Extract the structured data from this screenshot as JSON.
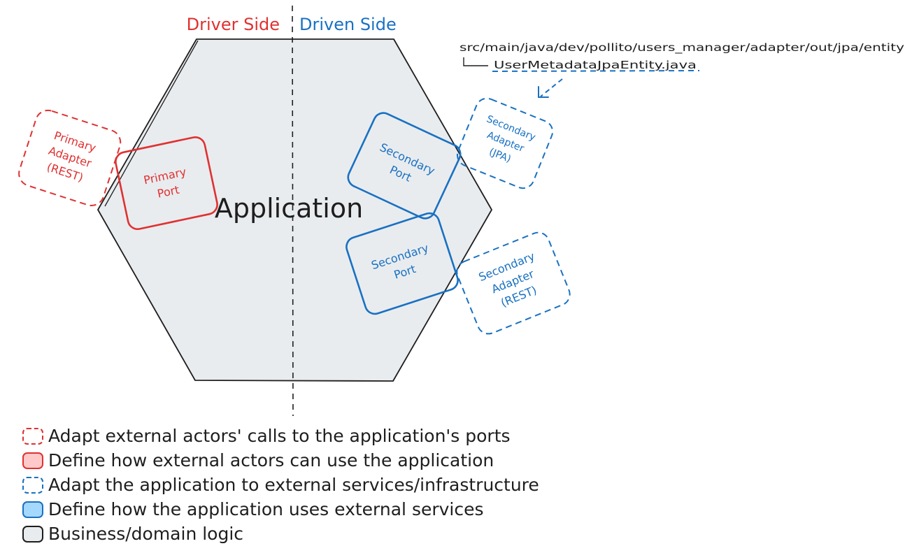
{
  "colors": {
    "driver": "#e03131",
    "driven": "#1971c2",
    "ink": "#1e1e1e",
    "hexagon_fill": "#e9ecef",
    "primary_port_fill": "#ffc9c9",
    "secondary_port_fill": "#a5d8ff"
  },
  "sides": {
    "driver_label": "Driver Side",
    "driven_label": "Driven Side"
  },
  "application_label": "Application",
  "primary_adapter": {
    "line1": "Primary",
    "line2": "Adapter",
    "line3": "(REST)"
  },
  "primary_port": {
    "line1": "Primary",
    "line2": "Port"
  },
  "secondary_port_top": {
    "line1": "Secondary",
    "line2": "Port"
  },
  "secondary_port_bottom": {
    "line1": "Secondary",
    "line2": "Port"
  },
  "secondary_adapter_jpa": {
    "line1": "Secondary",
    "line2": "Adapter",
    "line3": "(JPA)"
  },
  "secondary_adapter_rest": {
    "line1": "Secondary",
    "line2": "Adapter",
    "line3": "(REST)"
  },
  "file_tree": {
    "path": "src/main/java/dev/pollito/users_manager/adapter/out/jpa/entity",
    "file": "UserMetadataJpaEntity.java"
  },
  "legend": [
    {
      "icon": "dashed-red-box-icon",
      "text": "Adapt external actors' calls to the application's ports"
    },
    {
      "icon": "solid-red-box-icon",
      "text": "Define how external actors can use the application"
    },
    {
      "icon": "dashed-blue-box-icon",
      "text": "Adapt the application to external services/infrastructure"
    },
    {
      "icon": "solid-blue-box-icon",
      "text": "Define how the application uses external services"
    },
    {
      "icon": "gray-box-icon",
      "text": "Business/domain logic"
    }
  ]
}
